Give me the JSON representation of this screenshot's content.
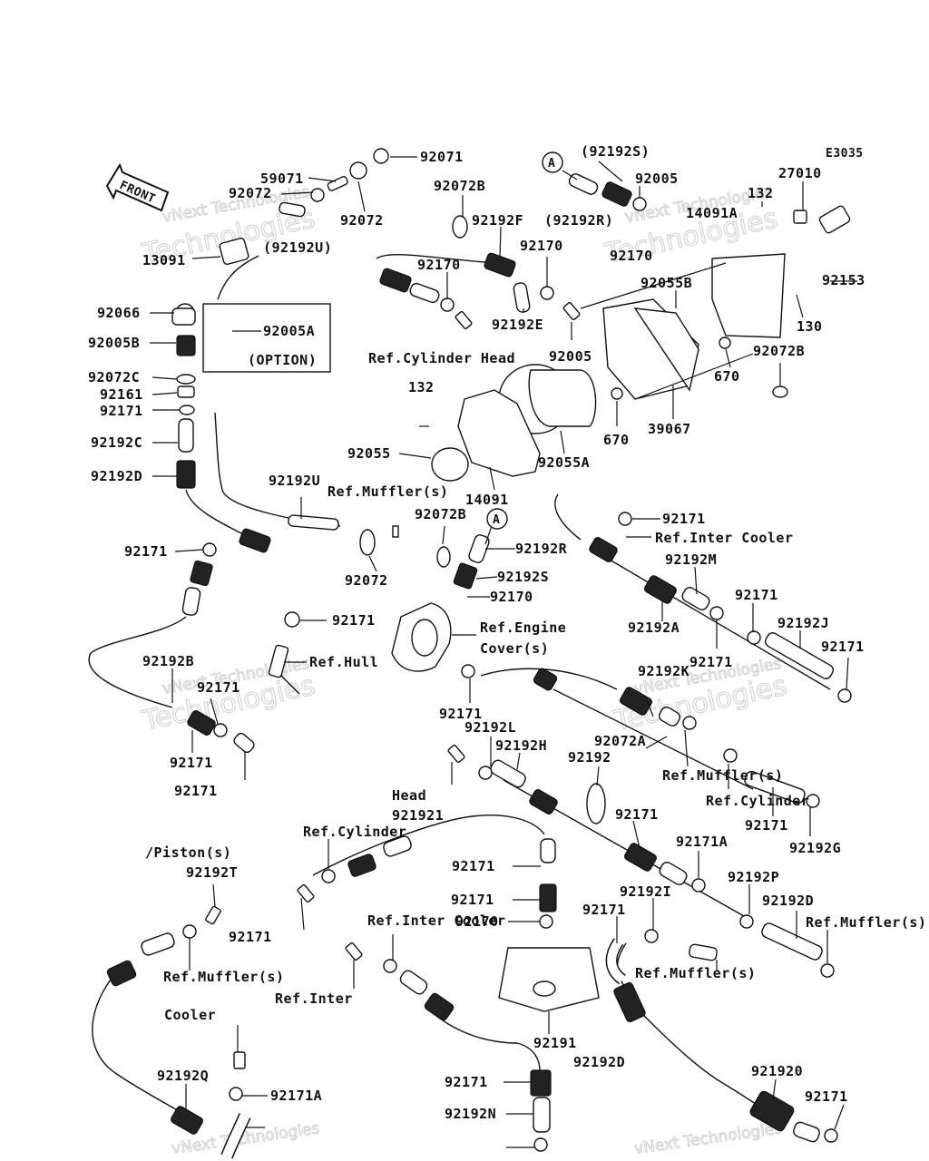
{
  "diagram_code": "E3035",
  "front_label": "FRONT",
  "watermark": {
    "line1": "vNext Technologies",
    "line2": "Technologies"
  },
  "labels": [
    {
      "id": "l01",
      "text": "92071"
    },
    {
      "id": "l02",
      "text": "59071"
    },
    {
      "id": "l03",
      "text": "92072"
    },
    {
      "id": "l04",
      "text": "92072"
    },
    {
      "id": "l05",
      "text": "(92192U)"
    },
    {
      "id": "l06",
      "text": "13091"
    },
    {
      "id": "l07",
      "text": "92066"
    },
    {
      "id": "l08",
      "text": "92005A"
    },
    {
      "id": "l09",
      "text": "92005B"
    },
    {
      "id": "l10",
      "text": "(OPTION)"
    },
    {
      "id": "l11",
      "text": "92072C"
    },
    {
      "id": "l12",
      "text": "92161"
    },
    {
      "id": "l13",
      "text": "92171"
    },
    {
      "id": "l14",
      "text": "92192C"
    },
    {
      "id": "l15",
      "text": "92192D"
    },
    {
      "id": "l16",
      "text": "92072B"
    },
    {
      "id": "l17",
      "text": "92192F"
    },
    {
      "id": "l18",
      "text": "92170"
    },
    {
      "id": "l19",
      "text": "92170"
    },
    {
      "id": "l20",
      "text": "92192E"
    },
    {
      "id": "l21",
      "text": "Ref.Cylinder Head"
    },
    {
      "id": "l22",
      "text": "92005"
    },
    {
      "id": "l23",
      "text": "(92192S)"
    },
    {
      "id": "l24",
      "text": "92005"
    },
    {
      "id": "l25",
      "text": "(92192R)"
    },
    {
      "id": "l26",
      "text": "92170"
    },
    {
      "id": "l27",
      "text": "27010"
    },
    {
      "id": "l28",
      "text": "132"
    },
    {
      "id": "l29",
      "text": "14091A"
    },
    {
      "id": "l30",
      "text": "92153"
    },
    {
      "id": "l31",
      "text": "92055B"
    },
    {
      "id": "l32",
      "text": "130"
    },
    {
      "id": "l33",
      "text": "92072B"
    },
    {
      "id": "l34",
      "text": "670"
    },
    {
      "id": "l35",
      "text": "670"
    },
    {
      "id": "l36",
      "text": "39067"
    },
    {
      "id": "l37",
      "text": "132"
    },
    {
      "id": "l38",
      "text": "92055"
    },
    {
      "id": "l39",
      "text": "92055A"
    },
    {
      "id": "l40",
      "text": "14091"
    },
    {
      "id": "l41",
      "text": "92192U"
    },
    {
      "id": "l42",
      "text": "Ref.Muffler(s)"
    },
    {
      "id": "l43",
      "text": "92072B"
    },
    {
      "id": "l44",
      "text": "92192R"
    },
    {
      "id": "l45",
      "text": "92192S"
    },
    {
      "id": "l46",
      "text": "92170"
    },
    {
      "id": "l47",
      "text": "92072"
    },
    {
      "id": "l48",
      "text": "92171"
    },
    {
      "id": "l49",
      "text": "Ref.Inter Cooler"
    },
    {
      "id": "l50",
      "text": "92192M"
    },
    {
      "id": "l51",
      "text": "92171"
    },
    {
      "id": "l52",
      "text": "92171"
    },
    {
      "id": "l53",
      "text": "Ref.Engine"
    },
    {
      "id": "l54",
      "text": "Cover(s)"
    },
    {
      "id": "l55",
      "text": "92192A"
    },
    {
      "id": "l56",
      "text": "92171"
    },
    {
      "id": "l57",
      "text": "92192J"
    },
    {
      "id": "l58",
      "text": "92171"
    },
    {
      "id": "l59",
      "text": "Ref.Hull"
    },
    {
      "id": "l60",
      "text": "92171"
    },
    {
      "id": "l61",
      "text": "92192K"
    },
    {
      "id": "l62",
      "text": "92192B"
    },
    {
      "id": "l63",
      "text": "92171"
    },
    {
      "id": "l64",
      "text": "92171"
    },
    {
      "id": "l65",
      "text": "92192L"
    },
    {
      "id": "l66",
      "text": "92192H"
    },
    {
      "id": "l67",
      "text": "92072A"
    },
    {
      "id": "l68",
      "text": "92192"
    },
    {
      "id": "l69",
      "text": "92171"
    },
    {
      "id": "l70",
      "text": "Ref.Muffler(s)"
    },
    {
      "id": "l71",
      "text": "92171"
    },
    {
      "id": "l72",
      "text": "Ref.Cylinder"
    },
    {
      "id": "l73",
      "text": "Head"
    },
    {
      "id": "l74",
      "text": "921921"
    },
    {
      "id": "l75",
      "text": "92171"
    },
    {
      "id": "l76",
      "text": "92192G"
    },
    {
      "id": "l77",
      "text": "92171"
    },
    {
      "id": "l78",
      "text": "Ref.Cylinder"
    },
    {
      "id": "l79",
      "text": "/Piston(s)"
    },
    {
      "id": "l80",
      "text": "92192T"
    },
    {
      "id": "l81",
      "text": "92171"
    },
    {
      "id": "l82",
      "text": "92171A"
    },
    {
      "id": "l83",
      "text": "92192I"
    },
    {
      "id": "l84",
      "text": "92192D"
    },
    {
      "id": "l85",
      "text": "92171"
    },
    {
      "id": "l86",
      "text": "92192P"
    },
    {
      "id": "l87",
      "text": "92171"
    },
    {
      "id": "l88",
      "text": "Ref.Muffler(s)"
    },
    {
      "id": "l89",
      "text": "92171"
    },
    {
      "id": "l90",
      "text": "92170"
    },
    {
      "id": "l91",
      "text": "Ref.Inter Cooler"
    },
    {
      "id": "l92",
      "text": "Ref.Muffler(s)"
    },
    {
      "id": "l93",
      "text": "Ref.Muffler(s)"
    },
    {
      "id": "l94",
      "text": "Ref.Inter"
    },
    {
      "id": "l95",
      "text": "Cooler"
    },
    {
      "id": "l96",
      "text": "92191"
    },
    {
      "id": "l97",
      "text": "92192D"
    },
    {
      "id": "l98",
      "text": "92192Q"
    },
    {
      "id": "l99",
      "text": "92171"
    },
    {
      "id": "l100",
      "text": "921920"
    },
    {
      "id": "l101",
      "text": "92171A"
    },
    {
      "id": "l102",
      "text": "92192N"
    },
    {
      "id": "l103",
      "text": "92171"
    }
  ],
  "callouts": [
    {
      "id": "c1",
      "text": "A"
    },
    {
      "id": "c2",
      "text": "A"
    }
  ]
}
